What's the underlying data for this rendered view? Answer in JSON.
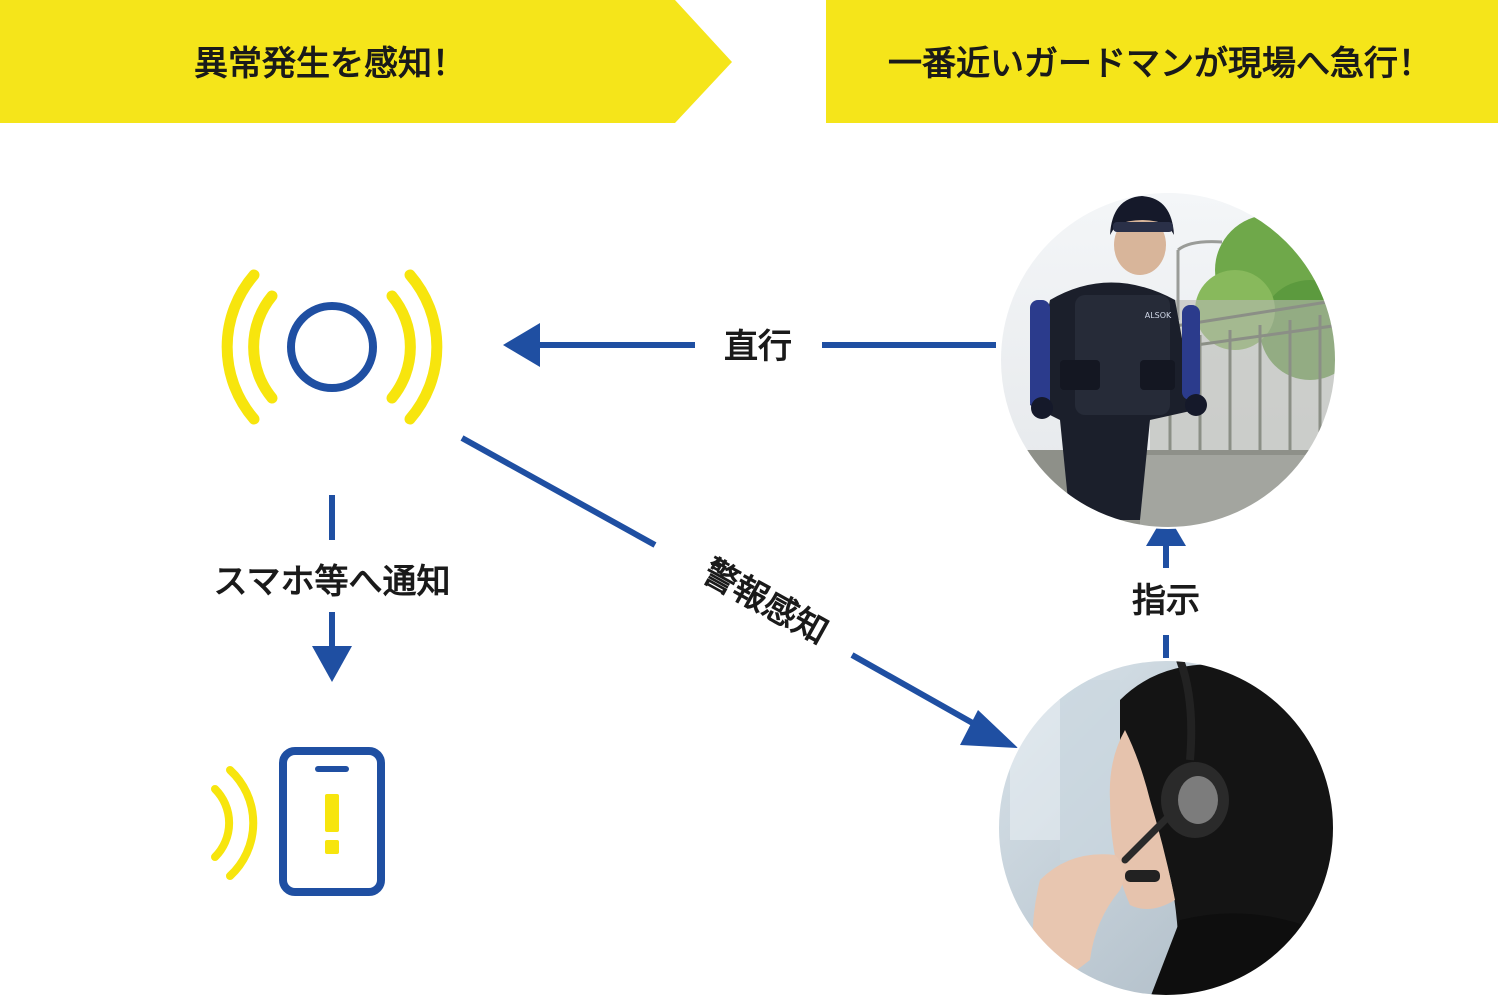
{
  "banners": {
    "left": "異常発生を感知！",
    "right": "一番近いガードマンが現場へ急行！"
  },
  "labels": {
    "direct": "直行",
    "notify": "スマホ等へ通知",
    "alarm": "警報感知",
    "instruct": "指示"
  },
  "photos": {
    "guard_badge": "ALSOK"
  },
  "colors": {
    "banner": "#f5e51a",
    "wave": "#f7e50d",
    "arrow": "#1f4fa2",
    "text": "#1a1a1a"
  }
}
